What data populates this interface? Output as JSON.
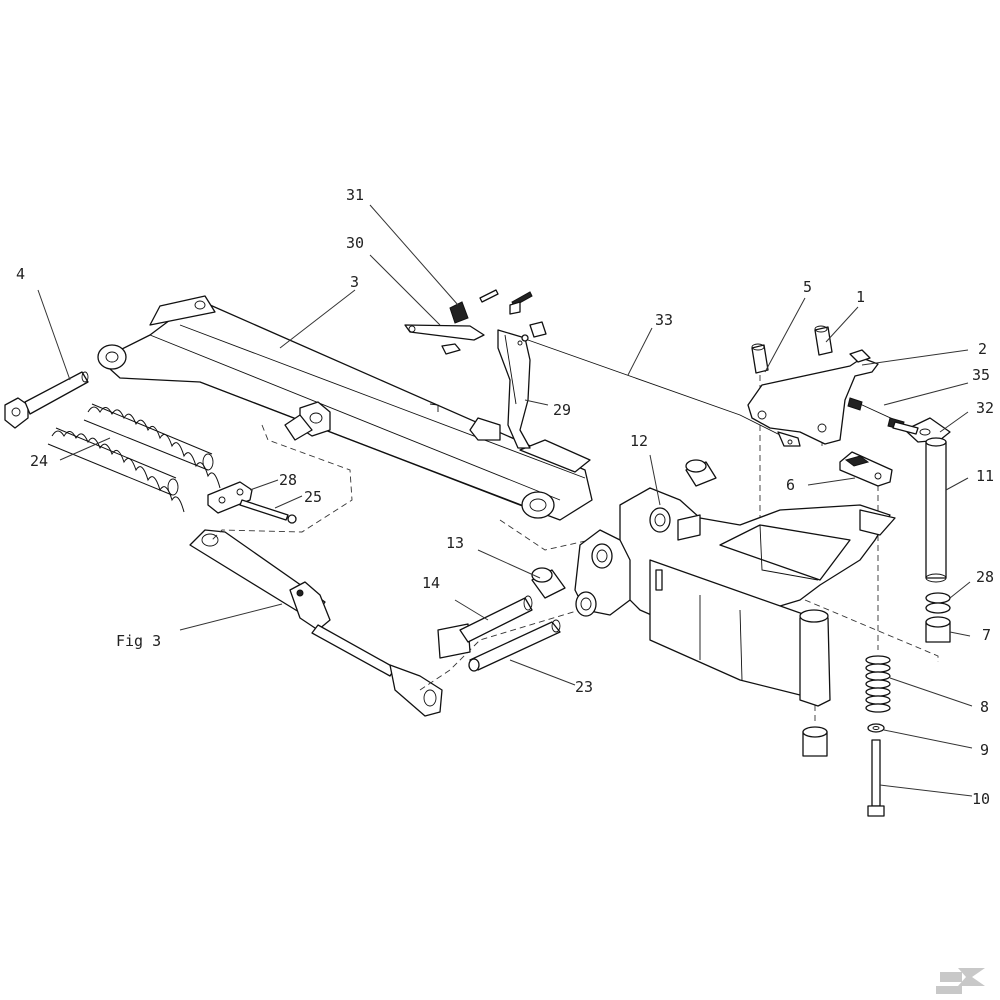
{
  "diagram": {
    "labels": {
      "p1": "1",
      "p2": "2",
      "p3": "3",
      "p4": "4",
      "p5": "5",
      "p6": "6",
      "p7": "7",
      "p8": "8",
      "p9": "9",
      "p10": "10",
      "p11": "11",
      "p12": "12",
      "p13": "13",
      "p14": "14",
      "p23": "23",
      "p24": "24",
      "p25": "25",
      "p28a": "28",
      "p28b": "28",
      "p29": "29",
      "p30": "30",
      "p31": "31",
      "p32": "32",
      "p33": "33",
      "p35": "35",
      "fig3": "Fig 3"
    },
    "colors": {
      "line": "#111111",
      "logo": "#c8c8c8"
    },
    "watermark": "K logo"
  }
}
